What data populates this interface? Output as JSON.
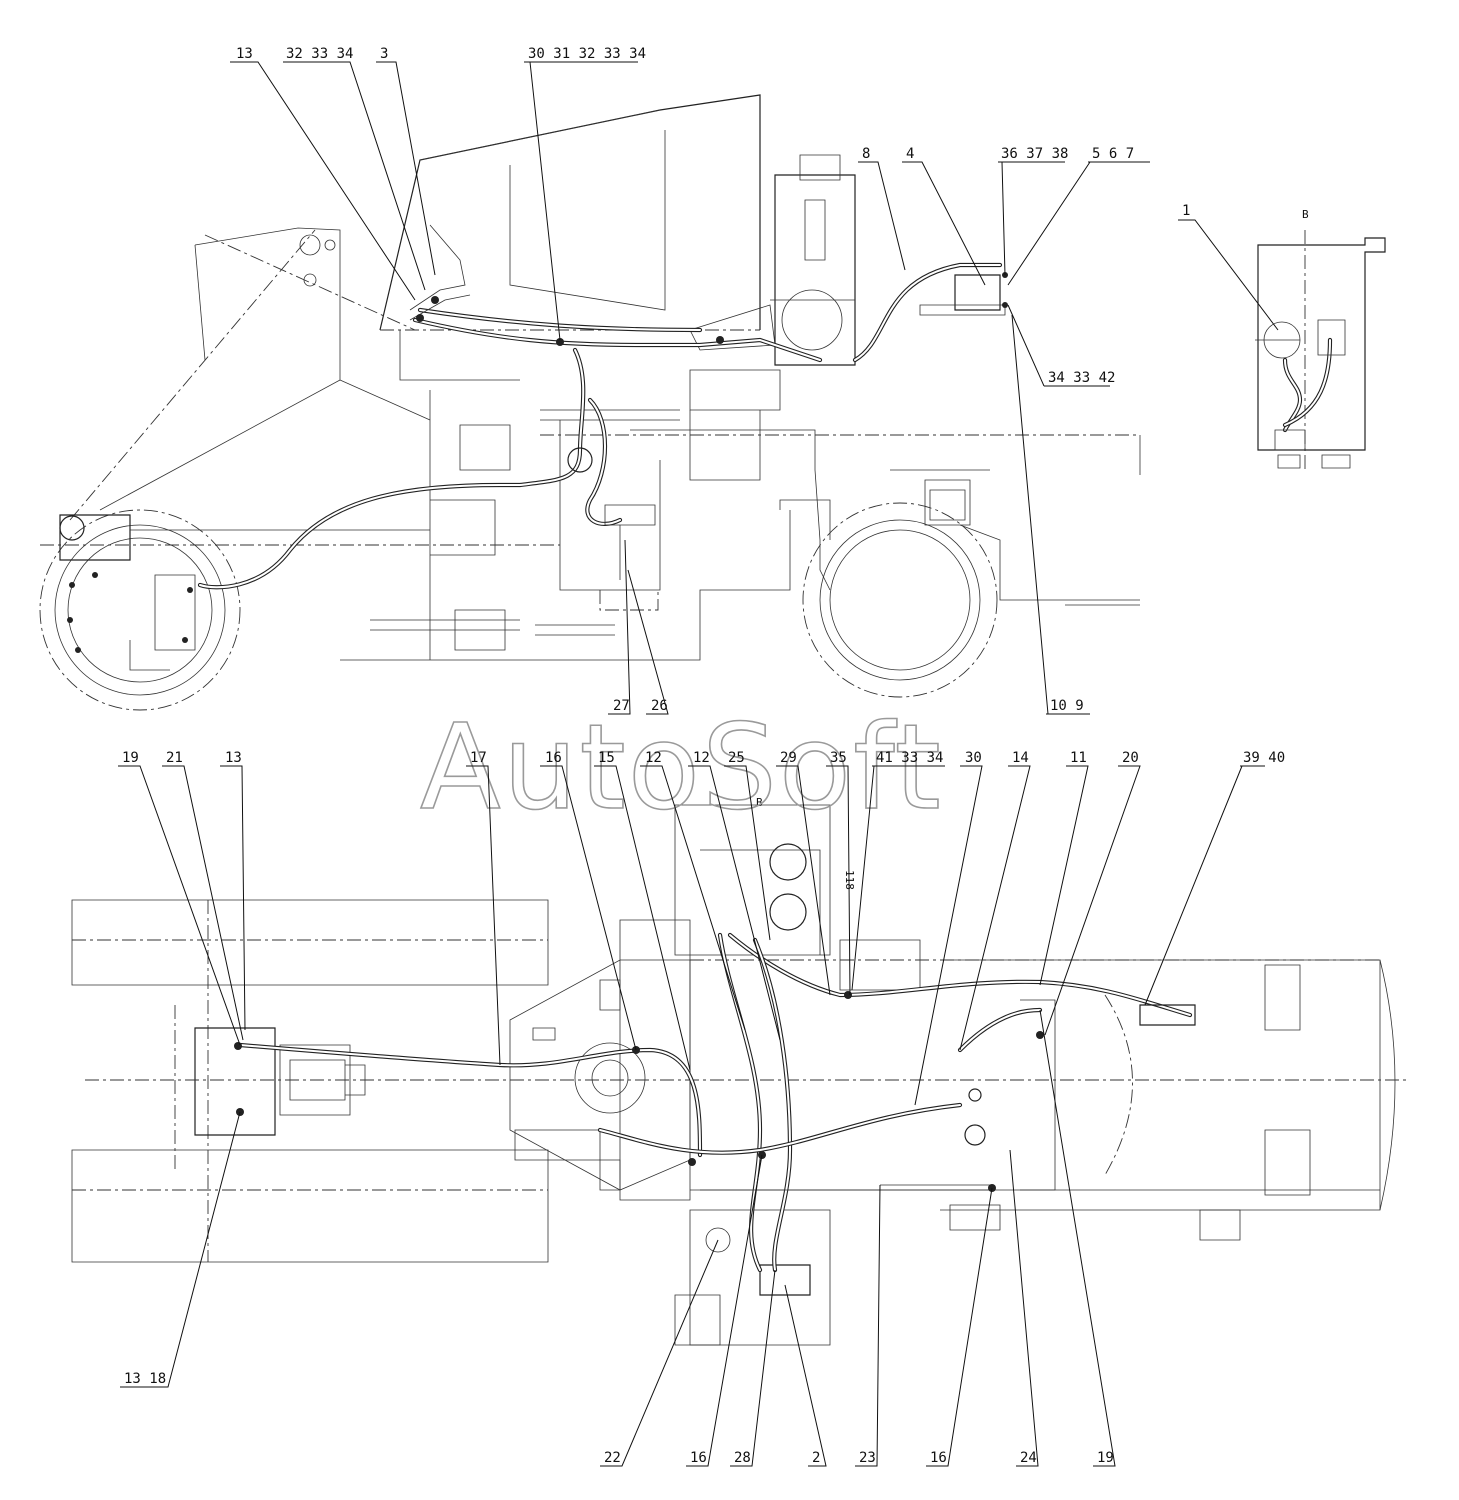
{
  "watermark": "AutoSoft",
  "view_labels": {
    "detail_b_top": "B",
    "detail_b_bottom": "B",
    "item_118": "118"
  },
  "callouts": {
    "c01": "13",
    "c02": "32 33 34",
    "c03": "3",
    "c04": "30 31 32 33 34",
    "c05": "8",
    "c06": "4",
    "c07": "36 37 38",
    "c08": "5 6 7",
    "c09": "1",
    "c10": "34 33 42",
    "c11": "27",
    "c12": "26",
    "c13": "10 9",
    "c14": "19",
    "c15": "21",
    "c16": "13",
    "c17": "17",
    "c18": "16",
    "c19": "15",
    "c20": "12",
    "c21": "12",
    "c22": "25",
    "c23": "29",
    "c24": "35",
    "c25": "41 33 34",
    "c26": "30",
    "c27": "14",
    "c28": "11",
    "c29": "20",
    "c30": "39 40",
    "c31": "13 18",
    "c32": "22",
    "c33": "16",
    "c34": "28",
    "c35": "2",
    "c36": "23",
    "c37": "16",
    "c38": "24",
    "c39": "19"
  }
}
